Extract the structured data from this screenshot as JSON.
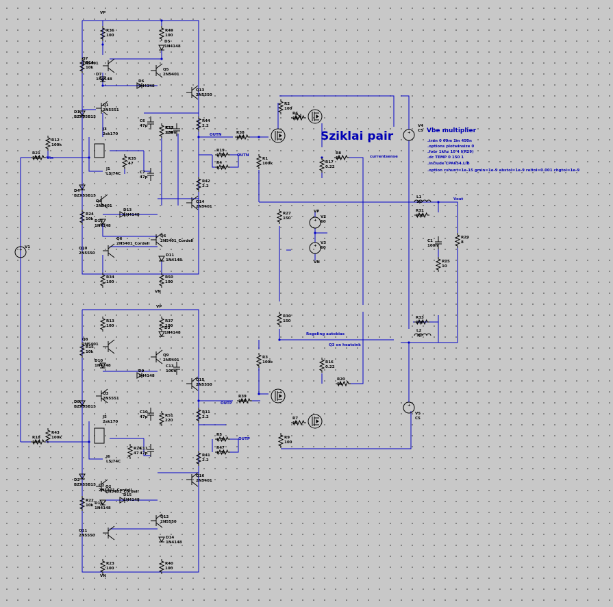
{
  "title": "Sziklai pair",
  "annotations": {
    "regeling": "Regeling autobias",
    "q3_heatsink": "Q3 on heatsink",
    "vbe_heading": "Vbe multiplier",
    "spice": [
      ".tran 0 60m 1m 450n",
      ".options plotwinsize 0",
      ".four 1khz 10 4 I(R29)",
      ".dc TEMP 0 150 1",
      ".include CPA654.LIB",
      ".option cshunt=1e-15 gmin=1e-9 abstol=1e-9 reltol=0.001 chgtol=1e-9"
    ]
  },
  "nets": [
    "OUTN",
    "OUTN",
    "OUTP",
    "OUTP",
    "Vout",
    "currentsense",
    "Vin"
  ],
  "components": [
    {
      "ref": "R36",
      "val": "100"
    },
    {
      "ref": "R49",
      "val": "100"
    },
    {
      "ref": "D5",
      "val": "1N4148"
    },
    {
      "ref": "Q7",
      "val": "2N5401"
    },
    {
      "ref": "R14",
      "val": "10k"
    },
    {
      "ref": "Q5",
      "val": "2N5401"
    },
    {
      "ref": "D7",
      "val": "1N4148"
    },
    {
      "ref": "D6",
      "val": "1N4148"
    },
    {
      "ref": "Q13",
      "val": "2N5550"
    },
    {
      "ref": "D1",
      "val": "BZX55B15"
    },
    {
      "ref": "Q1",
      "val": "2N5551"
    },
    {
      "ref": "R44",
      "val": "2.2"
    },
    {
      "ref": "C6",
      "val": "47p"
    },
    {
      "ref": "R32",
      "val": "220"
    },
    {
      "ref": "C12",
      "val": "100n"
    },
    {
      "ref": "R12",
      "val": "100k"
    },
    {
      "ref": "J3",
      "val": "2sk170"
    },
    {
      "ref": "R21",
      "val": "100"
    },
    {
      "ref": "R35",
      "val": "47"
    },
    {
      "ref": "J1",
      "val": "LSJ74C"
    },
    {
      "ref": "C7",
      "val": "47p"
    },
    {
      "ref": "R38",
      "val": "100"
    },
    {
      "ref": "R19",
      "val": "1.3k"
    },
    {
      "ref": "R4",
      "val": "1.3k"
    },
    {
      "ref": "R42",
      "val": "2.2"
    },
    {
      "ref": "Q14",
      "val": "2N5401"
    },
    {
      "ref": "D4",
      "val": "BZX55B15"
    },
    {
      "ref": "Q4",
      "val": "2N5401"
    },
    {
      "ref": "R24",
      "val": "10k"
    },
    {
      "ref": "D13",
      "val": "1N4148"
    },
    {
      "ref": "D12",
      "val": "1N4148"
    },
    {
      "ref": "Q6",
      "val": "2N5401_Cordell"
    },
    {
      "ref": "Q10",
      "val": "2N5550"
    },
    {
      "ref": "D11",
      "val": "1N4148"
    },
    {
      "ref": "R34",
      "val": "100"
    },
    {
      "ref": "R50",
      "val": "100"
    },
    {
      "ref": "R2",
      "val": "100"
    },
    {
      "ref": "R6",
      "val": "10"
    },
    {
      "ref": "R1",
      "val": "100k"
    },
    {
      "ref": "R17",
      "val": "0.22"
    },
    {
      "ref": "R8",
      "val": "1k"
    },
    {
      "ref": "R27",
      "val": "150"
    },
    {
      "ref": "V2",
      "val": "60"
    },
    {
      "ref": "V3",
      "val": "60"
    },
    {
      "ref": "L1",
      "val": "1µ"
    },
    {
      "ref": "R31",
      "val": "100"
    },
    {
      "ref": "C1",
      "val": "100n"
    },
    {
      "ref": "R29",
      "val": "8"
    },
    {
      "ref": "R25",
      "val": "10"
    },
    {
      "ref": "R30",
      "val": "150"
    },
    {
      "ref": "R33",
      "val": "100"
    },
    {
      "ref": "L2",
      "val": "1µ"
    },
    {
      "ref": "V4",
      "val": "C5"
    },
    {
      "ref": "V5",
      "val": "C5"
    },
    {
      "ref": "V1",
      "val": ""
    },
    {
      "ref": "R13",
      "val": "100"
    },
    {
      "ref": "R37",
      "val": "100"
    },
    {
      "ref": "D3",
      "val": "1N4148"
    },
    {
      "ref": "Q8",
      "val": "2N5401"
    },
    {
      "ref": "R15",
      "val": "10k"
    },
    {
      "ref": "D10",
      "val": "1N4148"
    },
    {
      "ref": "D9",
      "val": "1N4148"
    },
    {
      "ref": "Q9",
      "val": "2N5401"
    },
    {
      "ref": "C13",
      "val": "100n"
    },
    {
      "ref": "Q15",
      "val": "2N5550"
    },
    {
      "ref": "D2",
      "val": "BZX55B15"
    },
    {
      "ref": "Q3",
      "val": "2N5551"
    },
    {
      "ref": "J5",
      "val": "2sk170"
    },
    {
      "ref": "C10",
      "val": "47p"
    },
    {
      "ref": "R51",
      "val": "220"
    },
    {
      "ref": "R11",
      "val": "2.2"
    },
    {
      "ref": "R43",
      "val": "100k"
    },
    {
      "ref": "R18",
      "val": "100"
    },
    {
      "ref": "R39",
      "val": "100"
    },
    {
      "ref": "R5",
      "val": "1.3k"
    },
    {
      "ref": "R47",
      "val": "1.3k"
    },
    {
      "ref": "R26",
      "val": "47"
    },
    {
      "ref": "J6",
      "val": "LSJ74C"
    },
    {
      "ref": "C11",
      "val": "47p"
    },
    {
      "ref": "R41",
      "val": "2.2"
    },
    {
      "ref": "Q16",
      "val": "2N5401"
    },
    {
      "ref": "D8",
      "val": "BZX55B15"
    },
    {
      "ref": "Q2",
      "val": "2N5401_Cordell"
    },
    {
      "ref": "R22",
      "val": "10k"
    },
    {
      "ref": "D16",
      "val": "1N4148"
    },
    {
      "ref": "D15",
      "val": "1N4148"
    },
    {
      "ref": "Q12",
      "val": "2N5550"
    },
    {
      "ref": "Q11",
      "val": "2N5550"
    },
    {
      "ref": "D14",
      "val": "1N4148"
    },
    {
      "ref": "R23",
      "val": "100"
    },
    {
      "ref": "R40",
      "val": "100"
    },
    {
      "ref": "R3",
      "val": "100k"
    },
    {
      "ref": "R16",
      "val": "0.22"
    },
    {
      "ref": "R20",
      "val": "1k"
    },
    {
      "ref": "R7",
      "val": "10"
    },
    {
      "ref": "R9",
      "val": "100"
    }
  ],
  "rails": [
    "VP",
    "VN",
    "VP",
    "VN",
    "VP",
    "VN"
  ]
}
